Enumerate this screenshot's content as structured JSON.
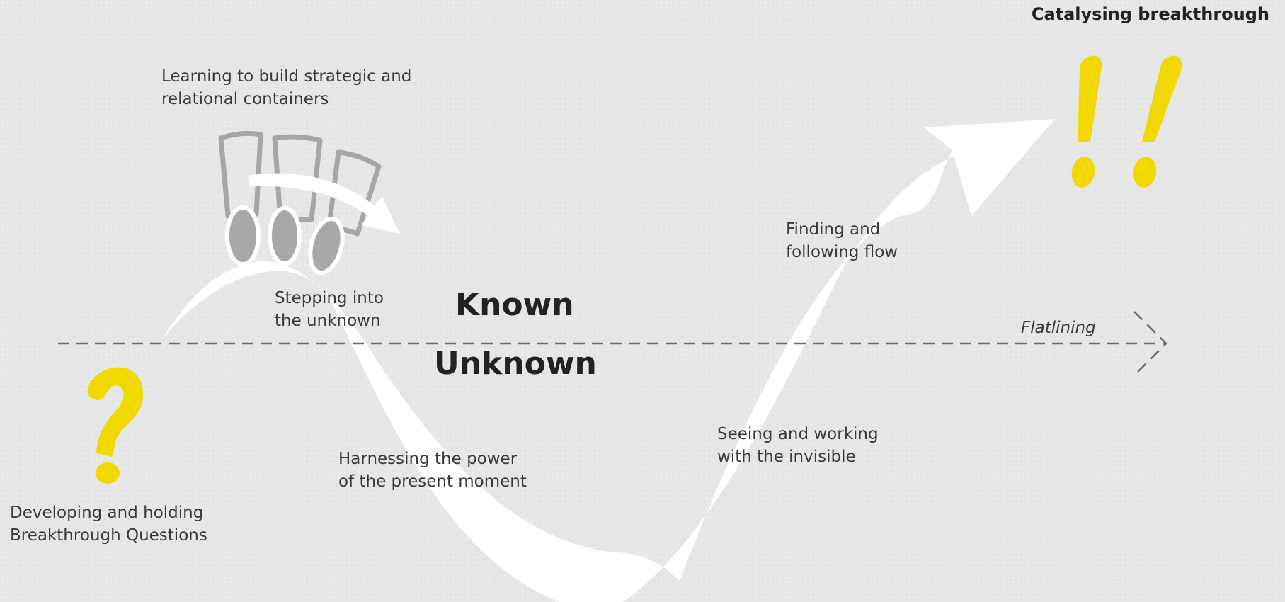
{
  "title": "Catalysing breakthrough",
  "zones": {
    "known": "Known",
    "unknown": "Unknown"
  },
  "baseline_label": "Flatlining",
  "stages": [
    {
      "line1": "Developing and holding",
      "line2": "Breakthrough Questions"
    },
    {
      "line1": "Learning to build strategic and",
      "line2": "relational containers"
    },
    {
      "line1": "Stepping into",
      "line2": "the unknown"
    },
    {
      "line1": "Harnessing the power",
      "line2": "of the present moment"
    },
    {
      "line1": "Seeing and working",
      "line2": "with the invisible"
    },
    {
      "line1": "Finding and",
      "line2": "following flow"
    }
  ],
  "colors": {
    "accent": "#f0d800",
    "path": "#ffffff",
    "line": "#6b6b6b",
    "container": "#a6a6a6"
  },
  "icons": [
    "question-mark-icon",
    "double-exclamation-icon",
    "containers-icon"
  ]
}
